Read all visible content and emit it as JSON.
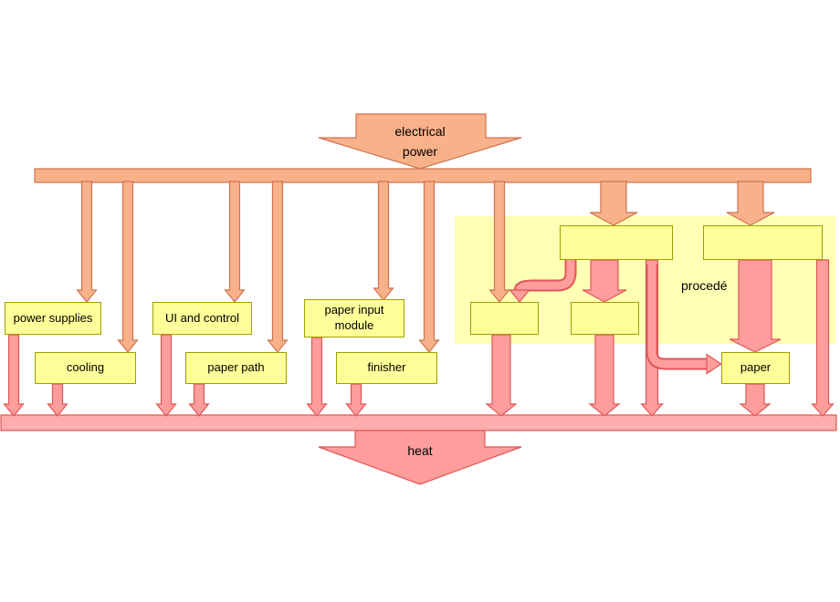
{
  "diagram": {
    "source_label": "electrical power",
    "sink_label": "heat",
    "region_label": "procedé",
    "boxes": {
      "power_supplies": "power supplies",
      "cooling": "cooling",
      "ui_and_control": "UI and control",
      "paper_path": "paper path",
      "paper_input_module": "paper input module",
      "finisher": "finisher",
      "paper": "paper"
    }
  },
  "colors": {
    "power_fill": "#f9b18a",
    "power_stroke": "#cf7350",
    "heat_fill": "#ff9d9d",
    "heat_stroke": "#df5656",
    "heat_bar_fill": "#ffadad",
    "box_fill": "#ffff99",
    "box_stroke": "#a0a000",
    "region_fill": "#ffffb5",
    "text_color": "#000000"
  }
}
